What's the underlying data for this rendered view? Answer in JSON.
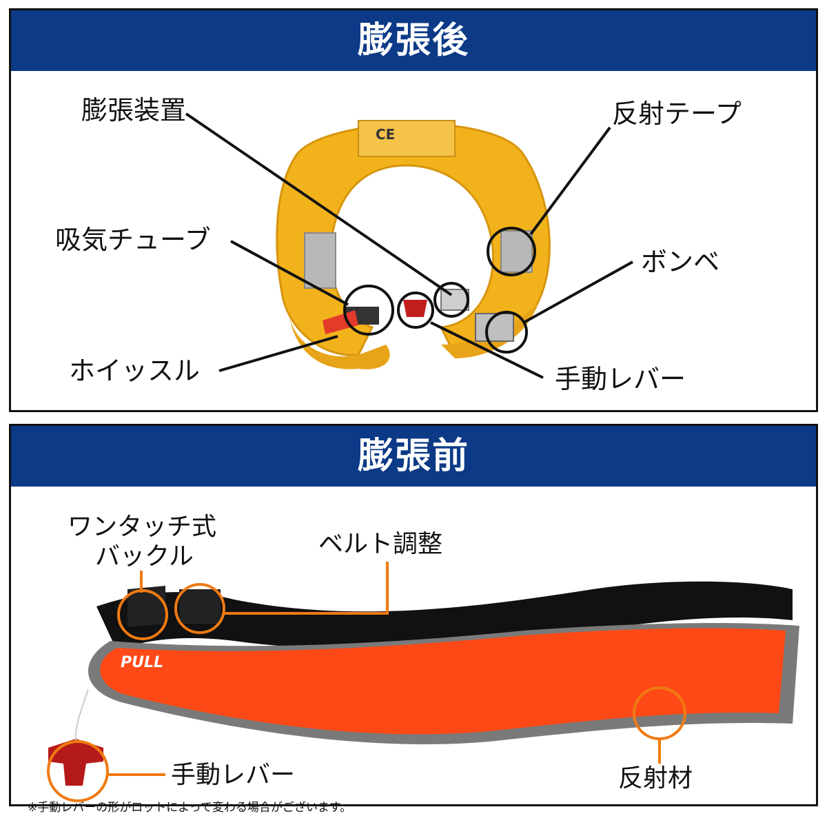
{
  "panels": {
    "after": {
      "title": "膨張後",
      "labels": {
        "inflator": "膨張装置",
        "reflective_tape": "反射テープ",
        "oral_tube": "吸気チューブ",
        "cylinder": "ボンベ",
        "whistle": "ホイッスル",
        "manual_lever": "手動レバー"
      },
      "vest_print": {
        "ce_mark": "CE"
      }
    },
    "before": {
      "title": "膨張前",
      "labels": {
        "buckle_line1": "ワンタッチ式",
        "buckle_line2": "バックル",
        "belt_adjust": "ベルト調整",
        "manual_lever": "手動レバー",
        "reflective_material": "反射材"
      },
      "pouch_print": "PULL"
    }
  },
  "footnote": "※手動レバーの形がロットによって変わる場合がございます。",
  "colors": {
    "banner": "#0c3a86",
    "vest_yellow": "#f2b21c",
    "pouch_orange": "#ff4a17",
    "callout_orange": "#f07a12",
    "callout_black": "#111111"
  }
}
